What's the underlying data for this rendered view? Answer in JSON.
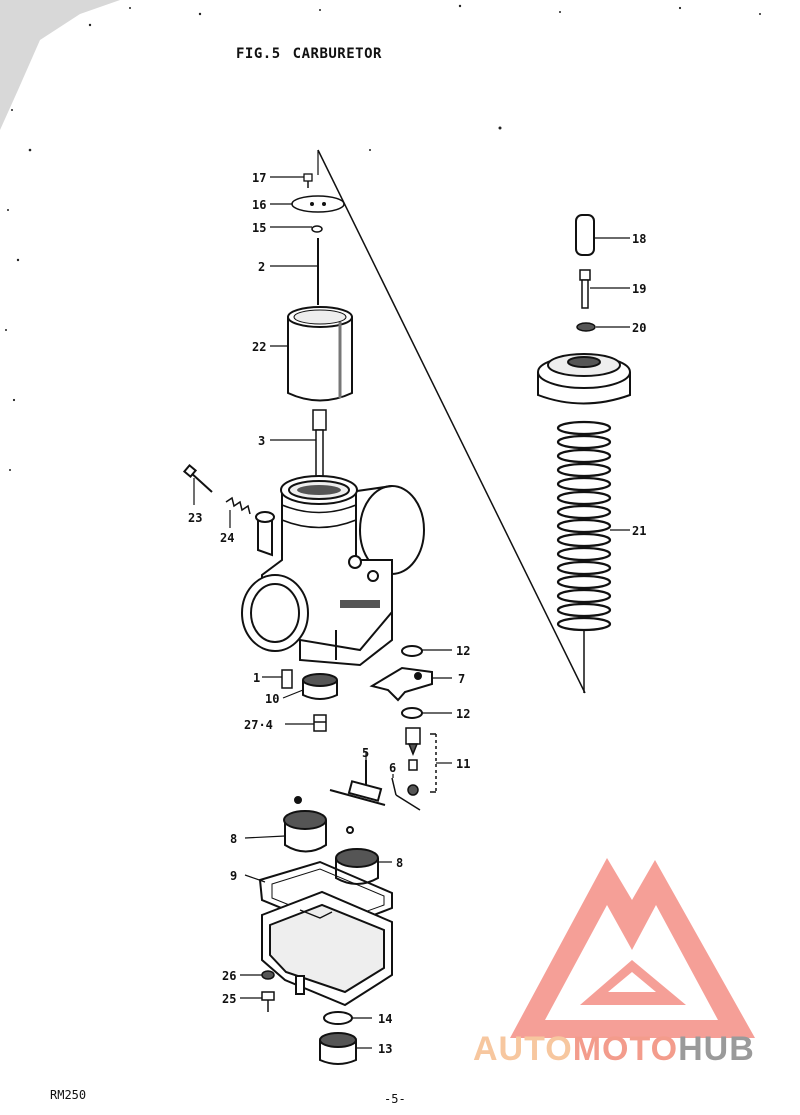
{
  "title": {
    "fig": "FIG.5",
    "name": "CARBURETOR"
  },
  "footer": {
    "model": "RM250",
    "page": "-5-"
  },
  "watermark": {
    "auto": "AUTO",
    "moto": "MOTO",
    "hub": "HUB",
    "colors": {
      "auto": "#f7c79f",
      "moto": "#f39c8c",
      "hub": "#9a9a9a",
      "logo": "#f48f86"
    }
  },
  "callouts": {
    "c17": "17",
    "c16": "16",
    "c15": "15",
    "c2": "2",
    "c22": "22",
    "c3": "3",
    "c23": "23",
    "c24": "24",
    "c1": "1",
    "c10": "10",
    "c27_4": "27·4",
    "c18": "18",
    "c19": "19",
    "c20": "20",
    "c21": "21",
    "c12a": "12",
    "c7": "7",
    "c12b": "12",
    "c11": "11",
    "c5": "5",
    "c6": "6",
    "c8a": "8",
    "c8b": "8",
    "c9": "9",
    "c26": "26",
    "c25": "25",
    "c14": "14",
    "c13": "13"
  }
}
